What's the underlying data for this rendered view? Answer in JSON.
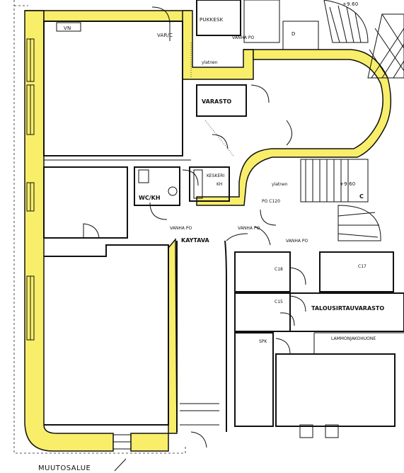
{
  "labels": {
    "vn": "VN",
    "varc": "VAR/C",
    "pukkesk": "PUKKESK",
    "vanha_po_top": "VANHA PO",
    "d": "D",
    "elev_top": "+9.60",
    "ylataso_top": "ylatnen",
    "varasto": "VARASTO",
    "wc_kh": "WC/KH",
    "keskeri": "KESKERI",
    "kh": "KH",
    "ylataso_mid": "ylatnen",
    "elev_mid": "+9.60",
    "c": "C",
    "po_c120": "PO C120",
    "vanha_po_1": "VANHA PO",
    "kaytava": "KAYTAVA",
    "vanha_po_2": "VANHA PO",
    "vanha_po_3": "VANHA PO",
    "c18": "C18",
    "c17": "C17",
    "c15": "C15",
    "taloustavarasto": "TALOUSIRTAUVARASTO",
    "spk": "SPK",
    "lammonjakohuone": "LAMMONJAKOHUONE",
    "muutosalue": "MUUTOSALUE"
  },
  "colors": {
    "highlight": "#f8ee6a",
    "line": "#111111",
    "paper": "#ffffff"
  }
}
